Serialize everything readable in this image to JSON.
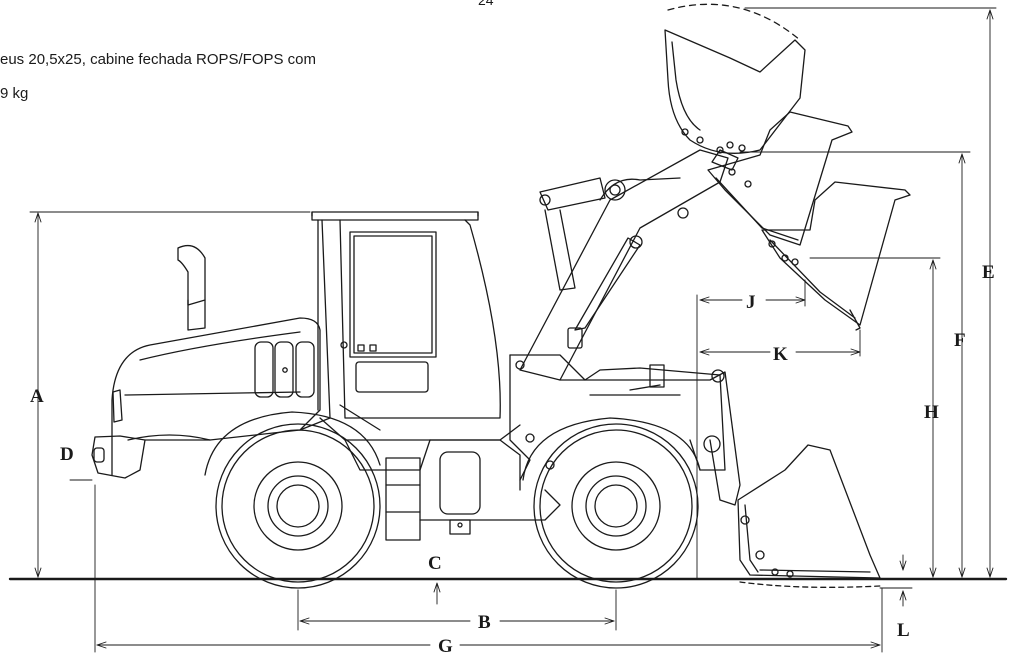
{
  "page_number": "24",
  "caption": {
    "line1": "eus 20,5x25, cabine fechada ROPS/FOPS com",
    "line2": "9 kg"
  },
  "dimension_labels": {
    "A": "A",
    "B": "B",
    "C": "C",
    "D": "D",
    "E": "E",
    "F": "F",
    "G": "G",
    "H": "H",
    "J": "J",
    "K": "K",
    "L": "L"
  }
}
